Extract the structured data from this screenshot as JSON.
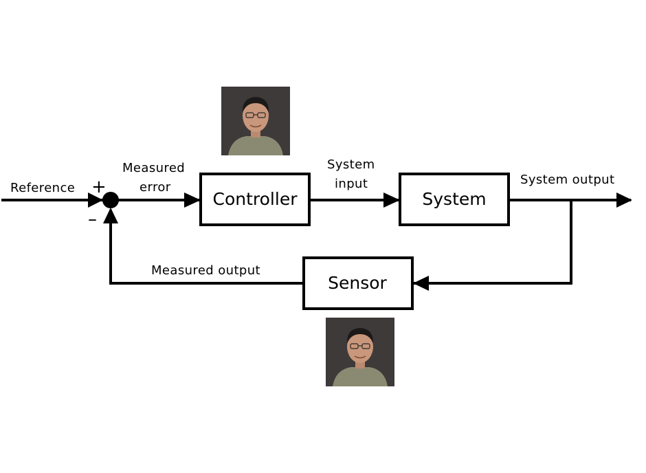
{
  "colors": {
    "line": "#000000",
    "background": "#ffffff",
    "photo_bg": "#3e3a39",
    "skin": "#c9977b",
    "shirt": "#8a8a72",
    "hair": "#1c1a19"
  },
  "labels": {
    "reference": "Reference",
    "plus": "+",
    "minus": "–",
    "measured_error_1": "Measured",
    "measured_error_2": "error",
    "system_input_1": "System",
    "system_input_2": "input",
    "system_output": "System output",
    "measured_output": "Measured output"
  },
  "blocks": {
    "controller": "Controller",
    "system": "System",
    "sensor": "Sensor"
  },
  "photos": {
    "controller_photo": "person-photo",
    "sensor_photo": "person-photo"
  }
}
